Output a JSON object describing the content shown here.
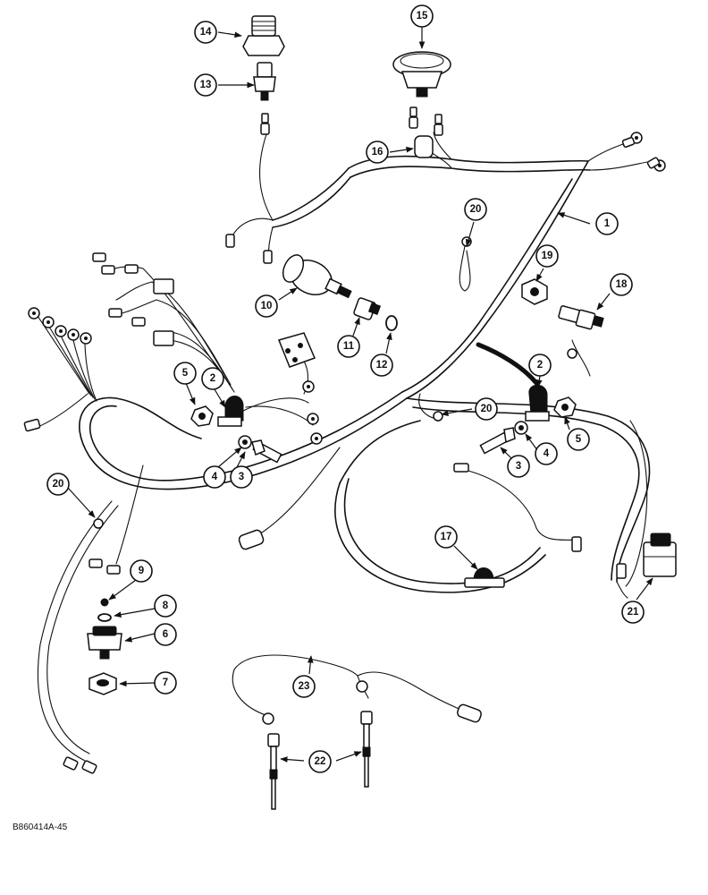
{
  "figure_code": "B860414A-45",
  "callouts": [
    {
      "id": "c1",
      "label": "1"
    },
    {
      "id": "c2a",
      "label": "2"
    },
    {
      "id": "c2b",
      "label": "2"
    },
    {
      "id": "c3a",
      "label": "3"
    },
    {
      "id": "c3b",
      "label": "3"
    },
    {
      "id": "c4a",
      "label": "4"
    },
    {
      "id": "c4b",
      "label": "4"
    },
    {
      "id": "c5a",
      "label": "5"
    },
    {
      "id": "c5b",
      "label": "5"
    },
    {
      "id": "c6",
      "label": "6"
    },
    {
      "id": "c7",
      "label": "7"
    },
    {
      "id": "c8",
      "label": "8"
    },
    {
      "id": "c9",
      "label": "9"
    },
    {
      "id": "c10",
      "label": "10"
    },
    {
      "id": "c11",
      "label": "11"
    },
    {
      "id": "c12",
      "label": "12"
    },
    {
      "id": "c13",
      "label": "13"
    },
    {
      "id": "c14",
      "label": "14"
    },
    {
      "id": "c15",
      "label": "15"
    },
    {
      "id": "c16",
      "label": "16"
    },
    {
      "id": "c17",
      "label": "17"
    },
    {
      "id": "c18",
      "label": "18"
    },
    {
      "id": "c19",
      "label": "19"
    },
    {
      "id": "c20a",
      "label": "20"
    },
    {
      "id": "c20b",
      "label": "20"
    },
    {
      "id": "c20c",
      "label": "20"
    },
    {
      "id": "c21",
      "label": "21"
    },
    {
      "id": "c22",
      "label": "22"
    },
    {
      "id": "c23",
      "label": "23"
    }
  ]
}
